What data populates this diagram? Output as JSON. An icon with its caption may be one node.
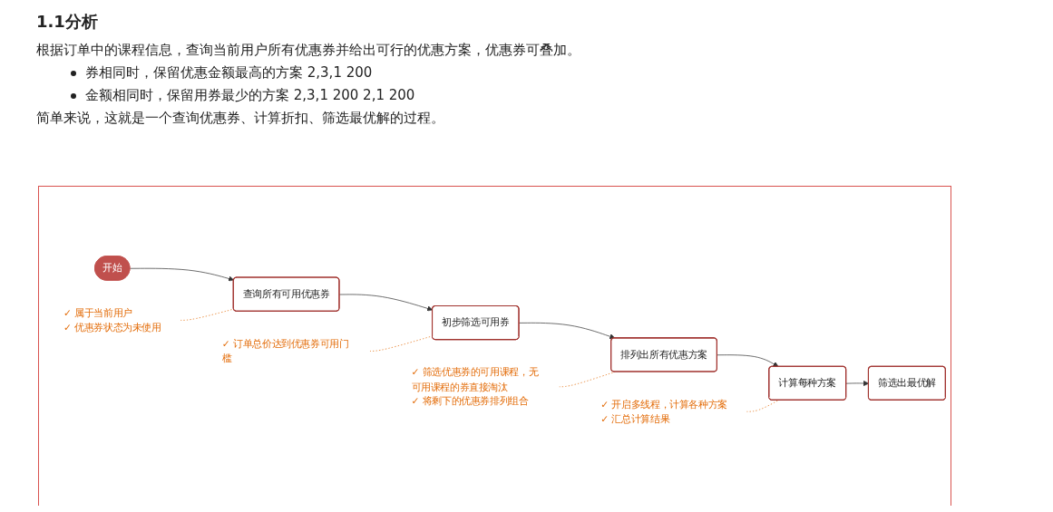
{
  "diagram": {
    "title": "1.1分析",
    "nodes": [
      {
        "text": [
          "开始"
        ]
      },
      {
        "text": [
          "查询所有可用优惠券"
        ]
      },
      {
        "text": [
          "初步筛选可用券"
        ]
      },
      {
        "text": [
          "排列出所有优惠方案"
        ]
      },
      {
        "text": [
          "计算每种方案"
        ]
      },
      {
        "text": [
          "筛选出最优解"
        ]
      },
      {
        "text": [
          "✓ 属于当前用户",
          "✓ 优惠券状态为未使用"
        ]
      },
      {
        "text": [
          "✓ 订单总价达到优惠券可用门槛"
        ]
      },
      {
        "text": [
          "✓ 筛选优惠券的可用课程，无可用课程的券直接淘汰",
          "✓ 将剩下的优惠券排列组合"
        ]
      },
      {
        "text": [
          "✓ 开启多线程，计算各种方案",
          "✓ 汇总计算结果"
        ]
      }
    ],
    "edges": [
      {
        "from": 0,
        "to": 1,
        "arrow": "to"
      },
      {
        "from": 1,
        "to": 2,
        "arrow": "to"
      },
      {
        "from": 2,
        "to": 3,
        "arrow": "to"
      },
      {
        "from": 3,
        "to": 4,
        "arrow": "to"
      },
      {
        "from": 4,
        "to": 5,
        "arrow": "to"
      },
      {
        "from": 6,
        "to": 1,
        "arrow": "none",
        "style": "dashed",
        "color": "#e36c09"
      },
      {
        "from": 7,
        "to": 2,
        "arrow": "none",
        "style": "dashed",
        "color": "#e36c09"
      },
      {
        "from": 8,
        "to": 3,
        "arrow": "none",
        "style": "dashed",
        "color": "#e36c09"
      },
      {
        "from": 9,
        "to": 4,
        "arrow": "none",
        "style": "dashed",
        "color": "#e36c09"
      }
    ],
    "labels": [
      "根据订单中的课程信息，查询当前用户所有优惠券并给出可行的优惠方案，优惠券可叠加。",
      "券相同时，保留优惠金额最高的方案 2,3,1 200",
      "金额相同时，保留用券最少的方案 2,3,1 200 2,1 200",
      "简单来说，这就是一个查询优惠券、计算折扣、筛选最优解的过程。"
    ]
  }
}
